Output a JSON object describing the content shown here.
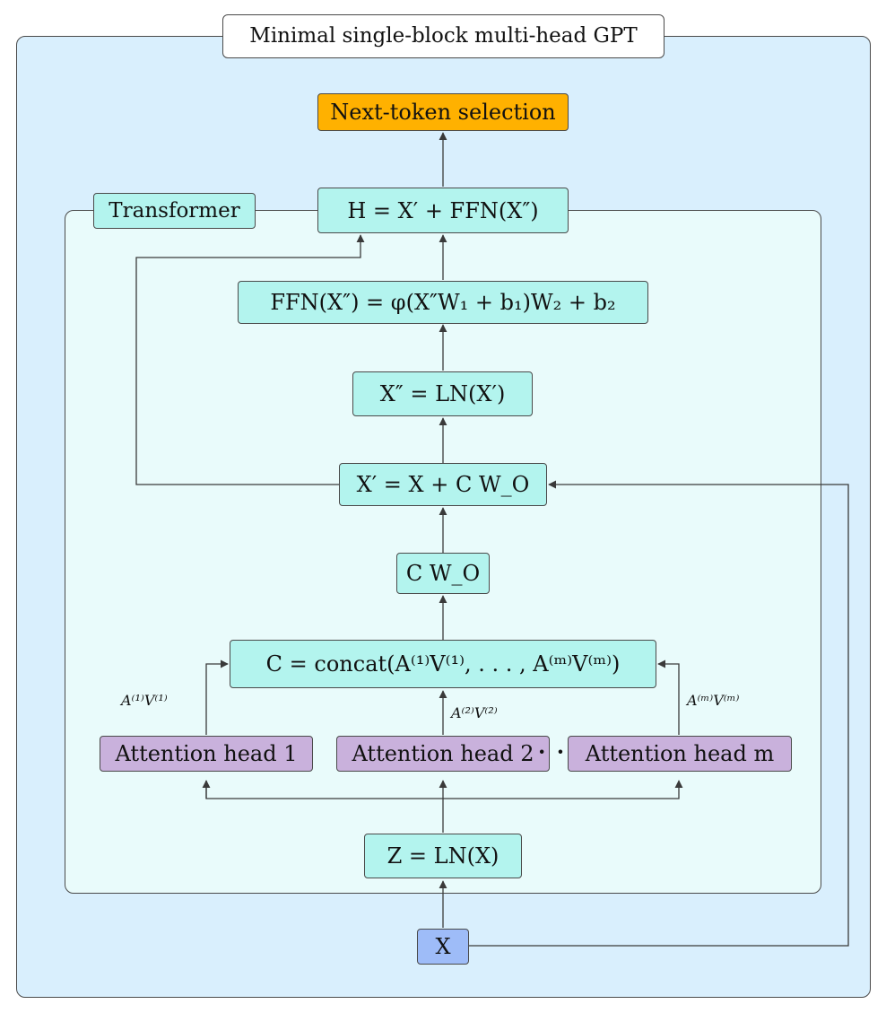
{
  "title": "Minimal single-block multi-head GPT",
  "transformer_label": "Transformer",
  "nodes": {
    "next_token": "Next-token selection",
    "h": "H = X′ + FFN(X″)",
    "ffn": "FFN(X″) = φ(X″W₁ + b₁)W₂ + b₂",
    "x2": "X″ = LN(X′)",
    "x1": "X′ = X + C W_O",
    "cwo": "C W_O",
    "concat": "C = concat(A⁽¹⁾V⁽¹⁾, . . . , A⁽ᵐ⁾V⁽ᵐ⁾)",
    "head1": "Attention head 1",
    "head2": "Attention head 2",
    "headm": "Attention head m",
    "ellipsis": "· · ·",
    "z": "Z = LN(X)",
    "x": "X"
  },
  "edge_labels": {
    "head1_out": "A⁽¹⁾V⁽¹⁾",
    "head2_out": "A⁽²⁾V⁽²⁾",
    "headm_out": "A⁽ᵐ⁾V⁽ᵐ⁾"
  },
  "colors": {
    "outer_fill": "#d9effd",
    "transformer_fill": "#e9fbfb",
    "teal_node": "#b3f4ee",
    "orange_node": "#ffb100",
    "purple_node": "#c9b1dc",
    "input_node": "#9ebcf8",
    "stroke": "#4a4a4a"
  }
}
